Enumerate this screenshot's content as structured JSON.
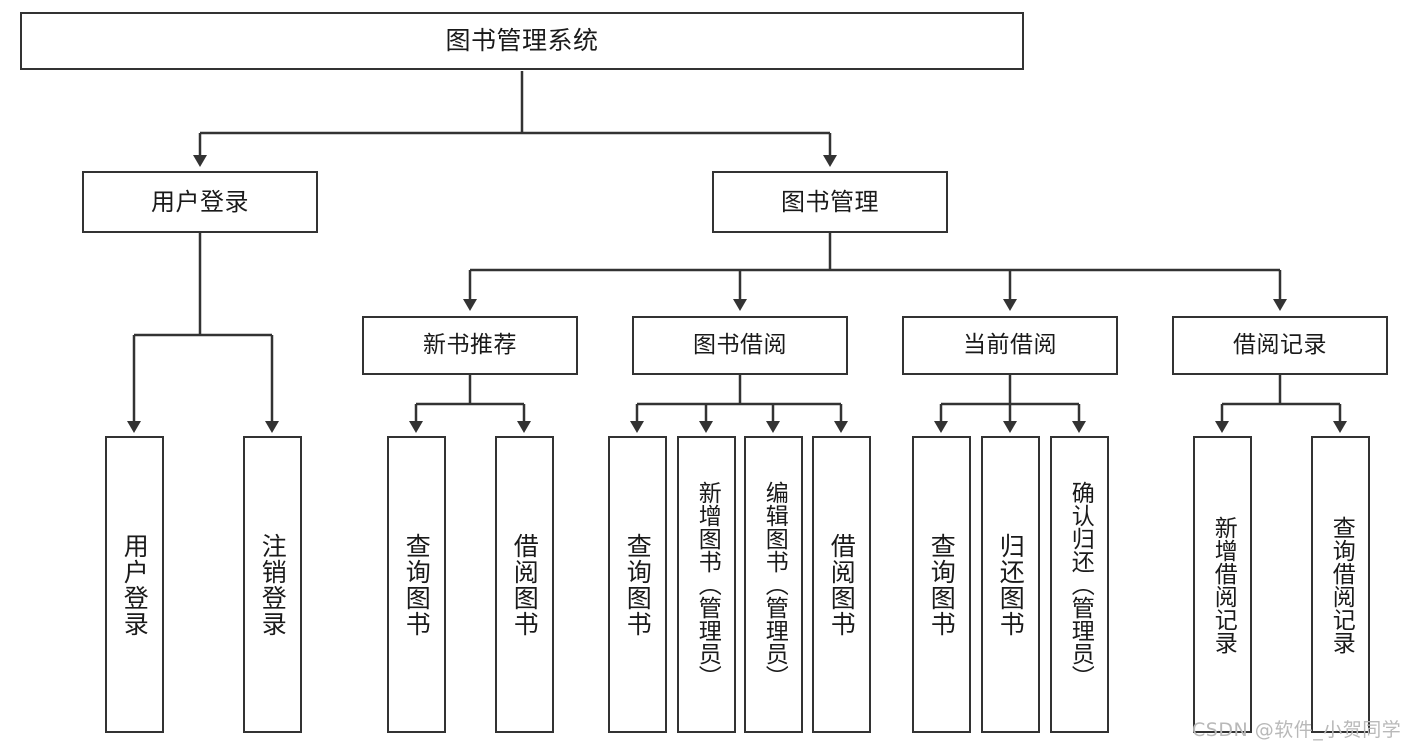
{
  "diagram": {
    "type": "hierarchy-tree",
    "title": "图书管理系统",
    "root": {
      "label": "图书管理系统"
    },
    "level1": [
      {
        "label": "用户登录"
      },
      {
        "label": "图书管理"
      }
    ],
    "level2": [
      {
        "label": "新书推荐"
      },
      {
        "label": "图书借阅"
      },
      {
        "label": "当前借阅"
      },
      {
        "label": "借阅记录"
      }
    ],
    "leaves": [
      {
        "label": "用户登录",
        "parent": "用户登录"
      },
      {
        "label": "注销登录",
        "parent": "用户登录"
      },
      {
        "label": "查询图书",
        "parent": "新书推荐"
      },
      {
        "label": "借阅图书",
        "parent": "新书推荐"
      },
      {
        "label": "查询图书",
        "parent": "图书借阅"
      },
      {
        "label": "新增图书（管理员）",
        "parent": "图书借阅"
      },
      {
        "label": "编辑图书（管理员）",
        "parent": "图书借阅"
      },
      {
        "label": "借阅图书",
        "parent": "图书借阅"
      },
      {
        "label": "查询图书",
        "parent": "当前借阅"
      },
      {
        "label": "归还图书",
        "parent": "当前借阅"
      },
      {
        "label": "确认归还（管理员）",
        "parent": "当前借阅"
      },
      {
        "label": "新增借阅记录",
        "parent": "借阅记录"
      },
      {
        "label": "查询借阅记录",
        "parent": "借阅记录"
      }
    ],
    "watermark": "CSDN @软件_小贺同学",
    "colors": {
      "stroke": "#333333",
      "background": "#ffffff",
      "text": "#1a1a1a",
      "watermark": "#b9b9b9"
    }
  }
}
